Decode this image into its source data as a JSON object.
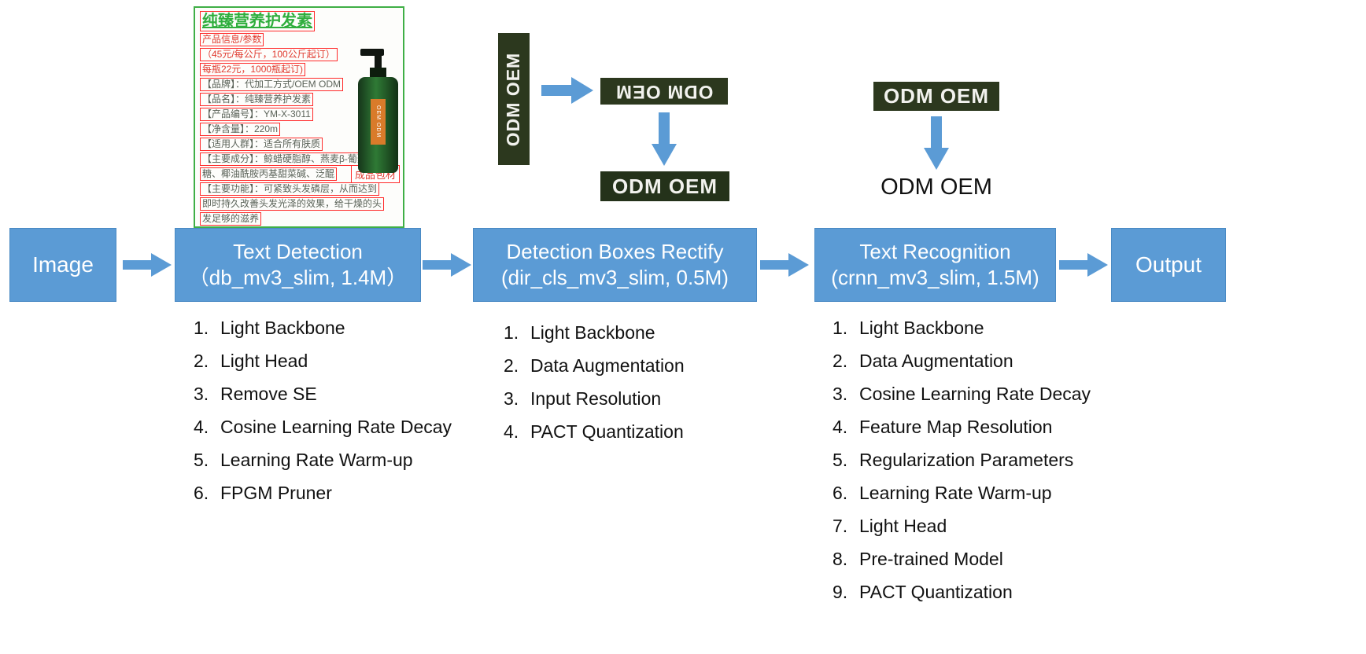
{
  "colors": {
    "flow_blue": "#5b9bd5",
    "crop_dark_green": "#2c381e",
    "card_border_green": "#3faf46",
    "detection_box_red": "#ff2a2a",
    "title_green": "#2fae3d"
  },
  "icons": {
    "flow_arrow_right": "block-arrow-right",
    "flow_arrow_down": "block-arrow-down"
  },
  "product_card": {
    "title": "纯臻营养护发素",
    "lines": [
      {
        "text": "产品信息/参数"
      },
      {
        "text": "（45元/每公斤，100公斤起订）"
      },
      {
        "text": "每瓶22元，1000瓶起订)"
      },
      {
        "text": "【品牌】：代加工方式/OEM ODM"
      },
      {
        "text": "【品名】：纯臻营养护发素"
      },
      {
        "text": "【产品编号】：YM-X-3011"
      },
      {
        "text": "【净含量】：220m"
      },
      {
        "text": "【适用人群】：适合所有肤质"
      },
      {
        "text": "【主要成分】：鲸蜡硬脂醇、燕麦β-葡聚"
      },
      {
        "text": "糖、椰油酰胺丙基甜菜碱、泛醌"
      },
      {
        "text": "【主要功能】：可紧致头发磷层，从而达到"
      },
      {
        "text": "即时持久改善头发光泽的效果，给干燥的头"
      },
      {
        "text": "发足够的滋养"
      }
    ],
    "side_label": "成品包材",
    "bottle_label": "OEM ODM"
  },
  "odm_demo": {
    "vertical_crop": "ODM OEM",
    "rotated_crop": "ODM OEM",
    "rectified_crop": "ODM OEM",
    "recognition_input_crop": "ODM OEM",
    "recognition_output_text": "ODM OEM"
  },
  "pipeline": {
    "image_label": "Image",
    "output_label": "Output",
    "stages": [
      {
        "title": "Text Detection",
        "subtitle": "（db_mv3_slim, 1.4M）"
      },
      {
        "title": "Detection Boxes Rectify",
        "subtitle": "(dir_cls_mv3_slim, 0.5M)"
      },
      {
        "title": "Text Recognition",
        "subtitle": "(crnn_mv3_slim, 1.5M)"
      }
    ]
  },
  "lists": {
    "detection": {
      "items": [
        {
          "num": "1.",
          "label": "Light Backbone"
        },
        {
          "num": "2.",
          "label": "Light Head"
        },
        {
          "num": "3.",
          "label": "Remove SE"
        },
        {
          "num": "4.",
          "label": "Cosine Learning Rate Decay"
        },
        {
          "num": "5.",
          "label": "Learning Rate Warm-up"
        },
        {
          "num": "6.",
          "label": "FPGM Pruner"
        }
      ]
    },
    "rectify": {
      "items": [
        {
          "num": "1.",
          "label": "Light Backbone"
        },
        {
          "num": "2.",
          "label": "Data Augmentation"
        },
        {
          "num": "3.",
          "label": "Input Resolution"
        },
        {
          "num": "4.",
          "label": "PACT Quantization"
        }
      ]
    },
    "recognition": {
      "items": [
        {
          "num": "1.",
          "label": "Light Backbone"
        },
        {
          "num": "2.",
          "label": "Data Augmentation"
        },
        {
          "num": "3.",
          "label": "Cosine Learning Rate Decay"
        },
        {
          "num": "4.",
          "label": "Feature Map Resolution"
        },
        {
          "num": "5.",
          "label": "Regularization Parameters"
        },
        {
          "num": "6.",
          "label": "Learning Rate Warm-up"
        },
        {
          "num": "7.",
          "label": "Light Head"
        },
        {
          "num": "8.",
          "label": "Pre-trained Model"
        },
        {
          "num": "9.",
          "label": "PACT Quantization"
        }
      ]
    }
  }
}
